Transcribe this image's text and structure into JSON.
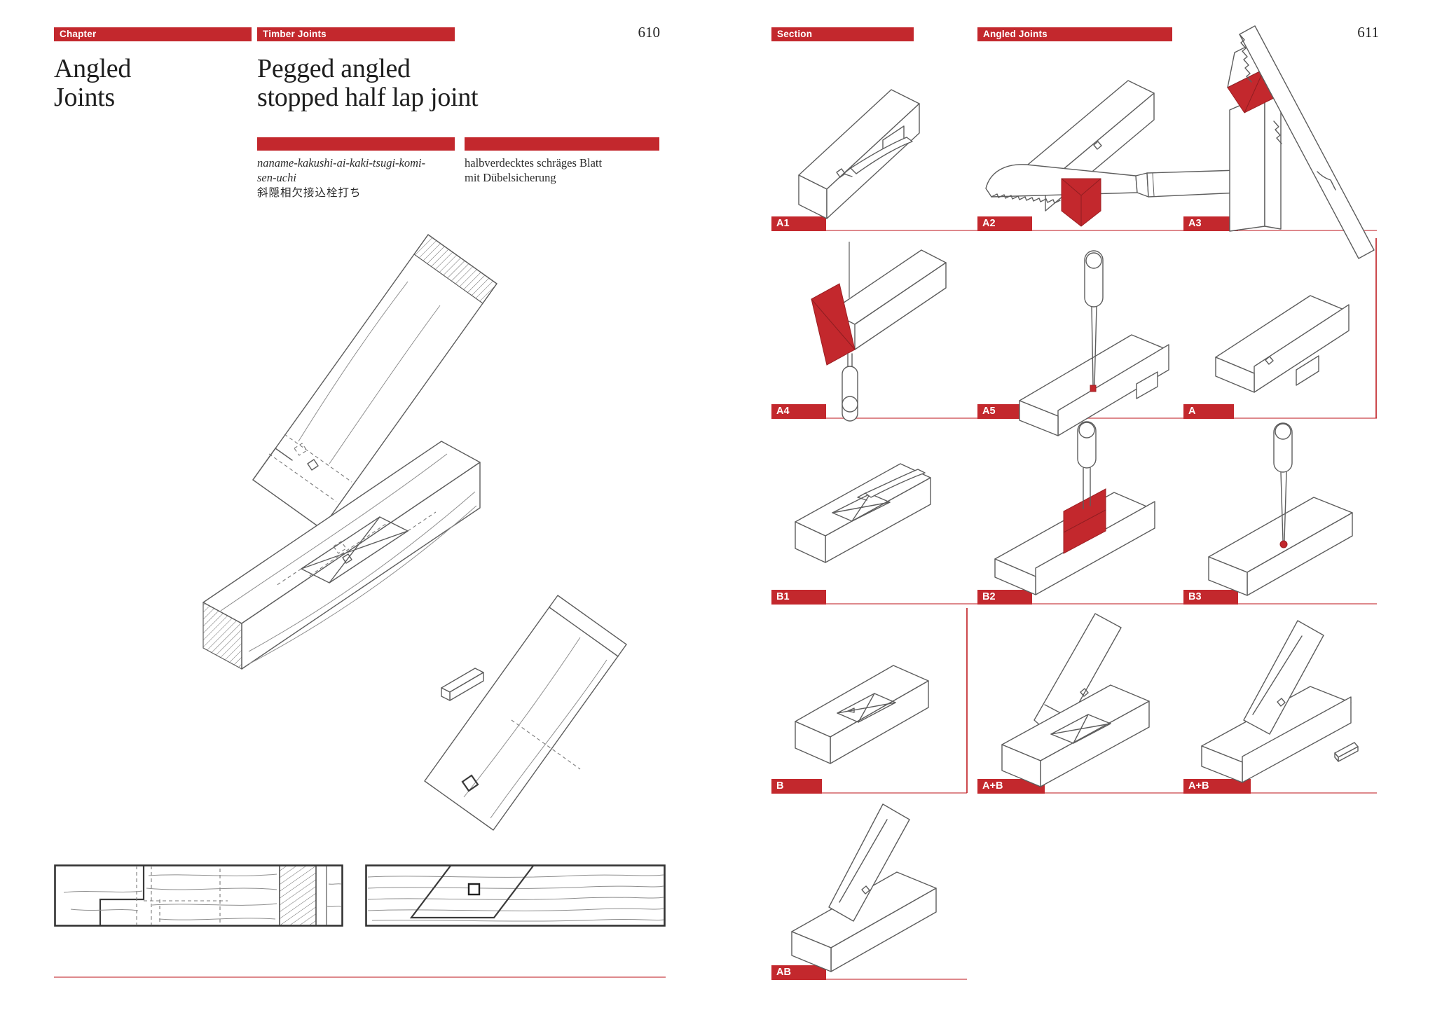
{
  "colors": {
    "accent": "#C3282D",
    "line": "#5d5d5d"
  },
  "left_page": {
    "page_number": "610",
    "tabs": {
      "chapter": "Chapter",
      "category": "Timber Joints"
    },
    "chapter_title": {
      "line1": "Angled",
      "line2": "Joints"
    },
    "joint_title": {
      "line1": "Pegged angled",
      "line2": "stopped half lap joint"
    },
    "names": {
      "romaji_line1": "naname-kakushi-ai-kaki-tsugi-komi-",
      "romaji_line2": "sen-uchi",
      "japanese": "斜隠相欠接込栓打ち",
      "german_line1": "halbverdecktes schräges Blatt",
      "german_line2": "mit Dübelsicherung"
    },
    "illustrations": {
      "main": "exploded-pegged-angled-stopped-half-lap-joint",
      "bottom_left": "side-elevation-drawing",
      "bottom_right": "plan-view-drawing"
    }
  },
  "right_page": {
    "page_number": "611",
    "tabs": {
      "section": "Section",
      "title": "Angled Joints"
    },
    "steps": [
      {
        "label": "A1",
        "illustration": "marking-beam-with-knife"
      },
      {
        "label": "A2",
        "illustration": "sawing-angled-cut-red-offcut"
      },
      {
        "label": "A3",
        "illustration": "sawing-end-grain-red-face"
      },
      {
        "label": "A4",
        "illustration": "paring-end-face-red-cheek-chisel"
      },
      {
        "label": "A5",
        "illustration": "drilling-peg-hole-with-gimlet"
      },
      {
        "label": "A",
        "illustration": "finished-lapped-beam",
        "boxed": true
      },
      {
        "label": "B1",
        "illustration": "marking-recess-with-knife"
      },
      {
        "label": "B2",
        "illustration": "chopping-recess-red-chisel"
      },
      {
        "label": "B3",
        "illustration": "drilling-peg-hole-gimlet"
      },
      {
        "label": "B",
        "illustration": "finished-recessed-beam",
        "boxed": true
      },
      {
        "label": "A+B",
        "illustration": "joining-pieces-exploded"
      },
      {
        "label": "A+B",
        "illustration": "assembled-joint-with-peg"
      },
      {
        "label": "AB",
        "illustration": "completed-pegged-joint"
      }
    ]
  }
}
